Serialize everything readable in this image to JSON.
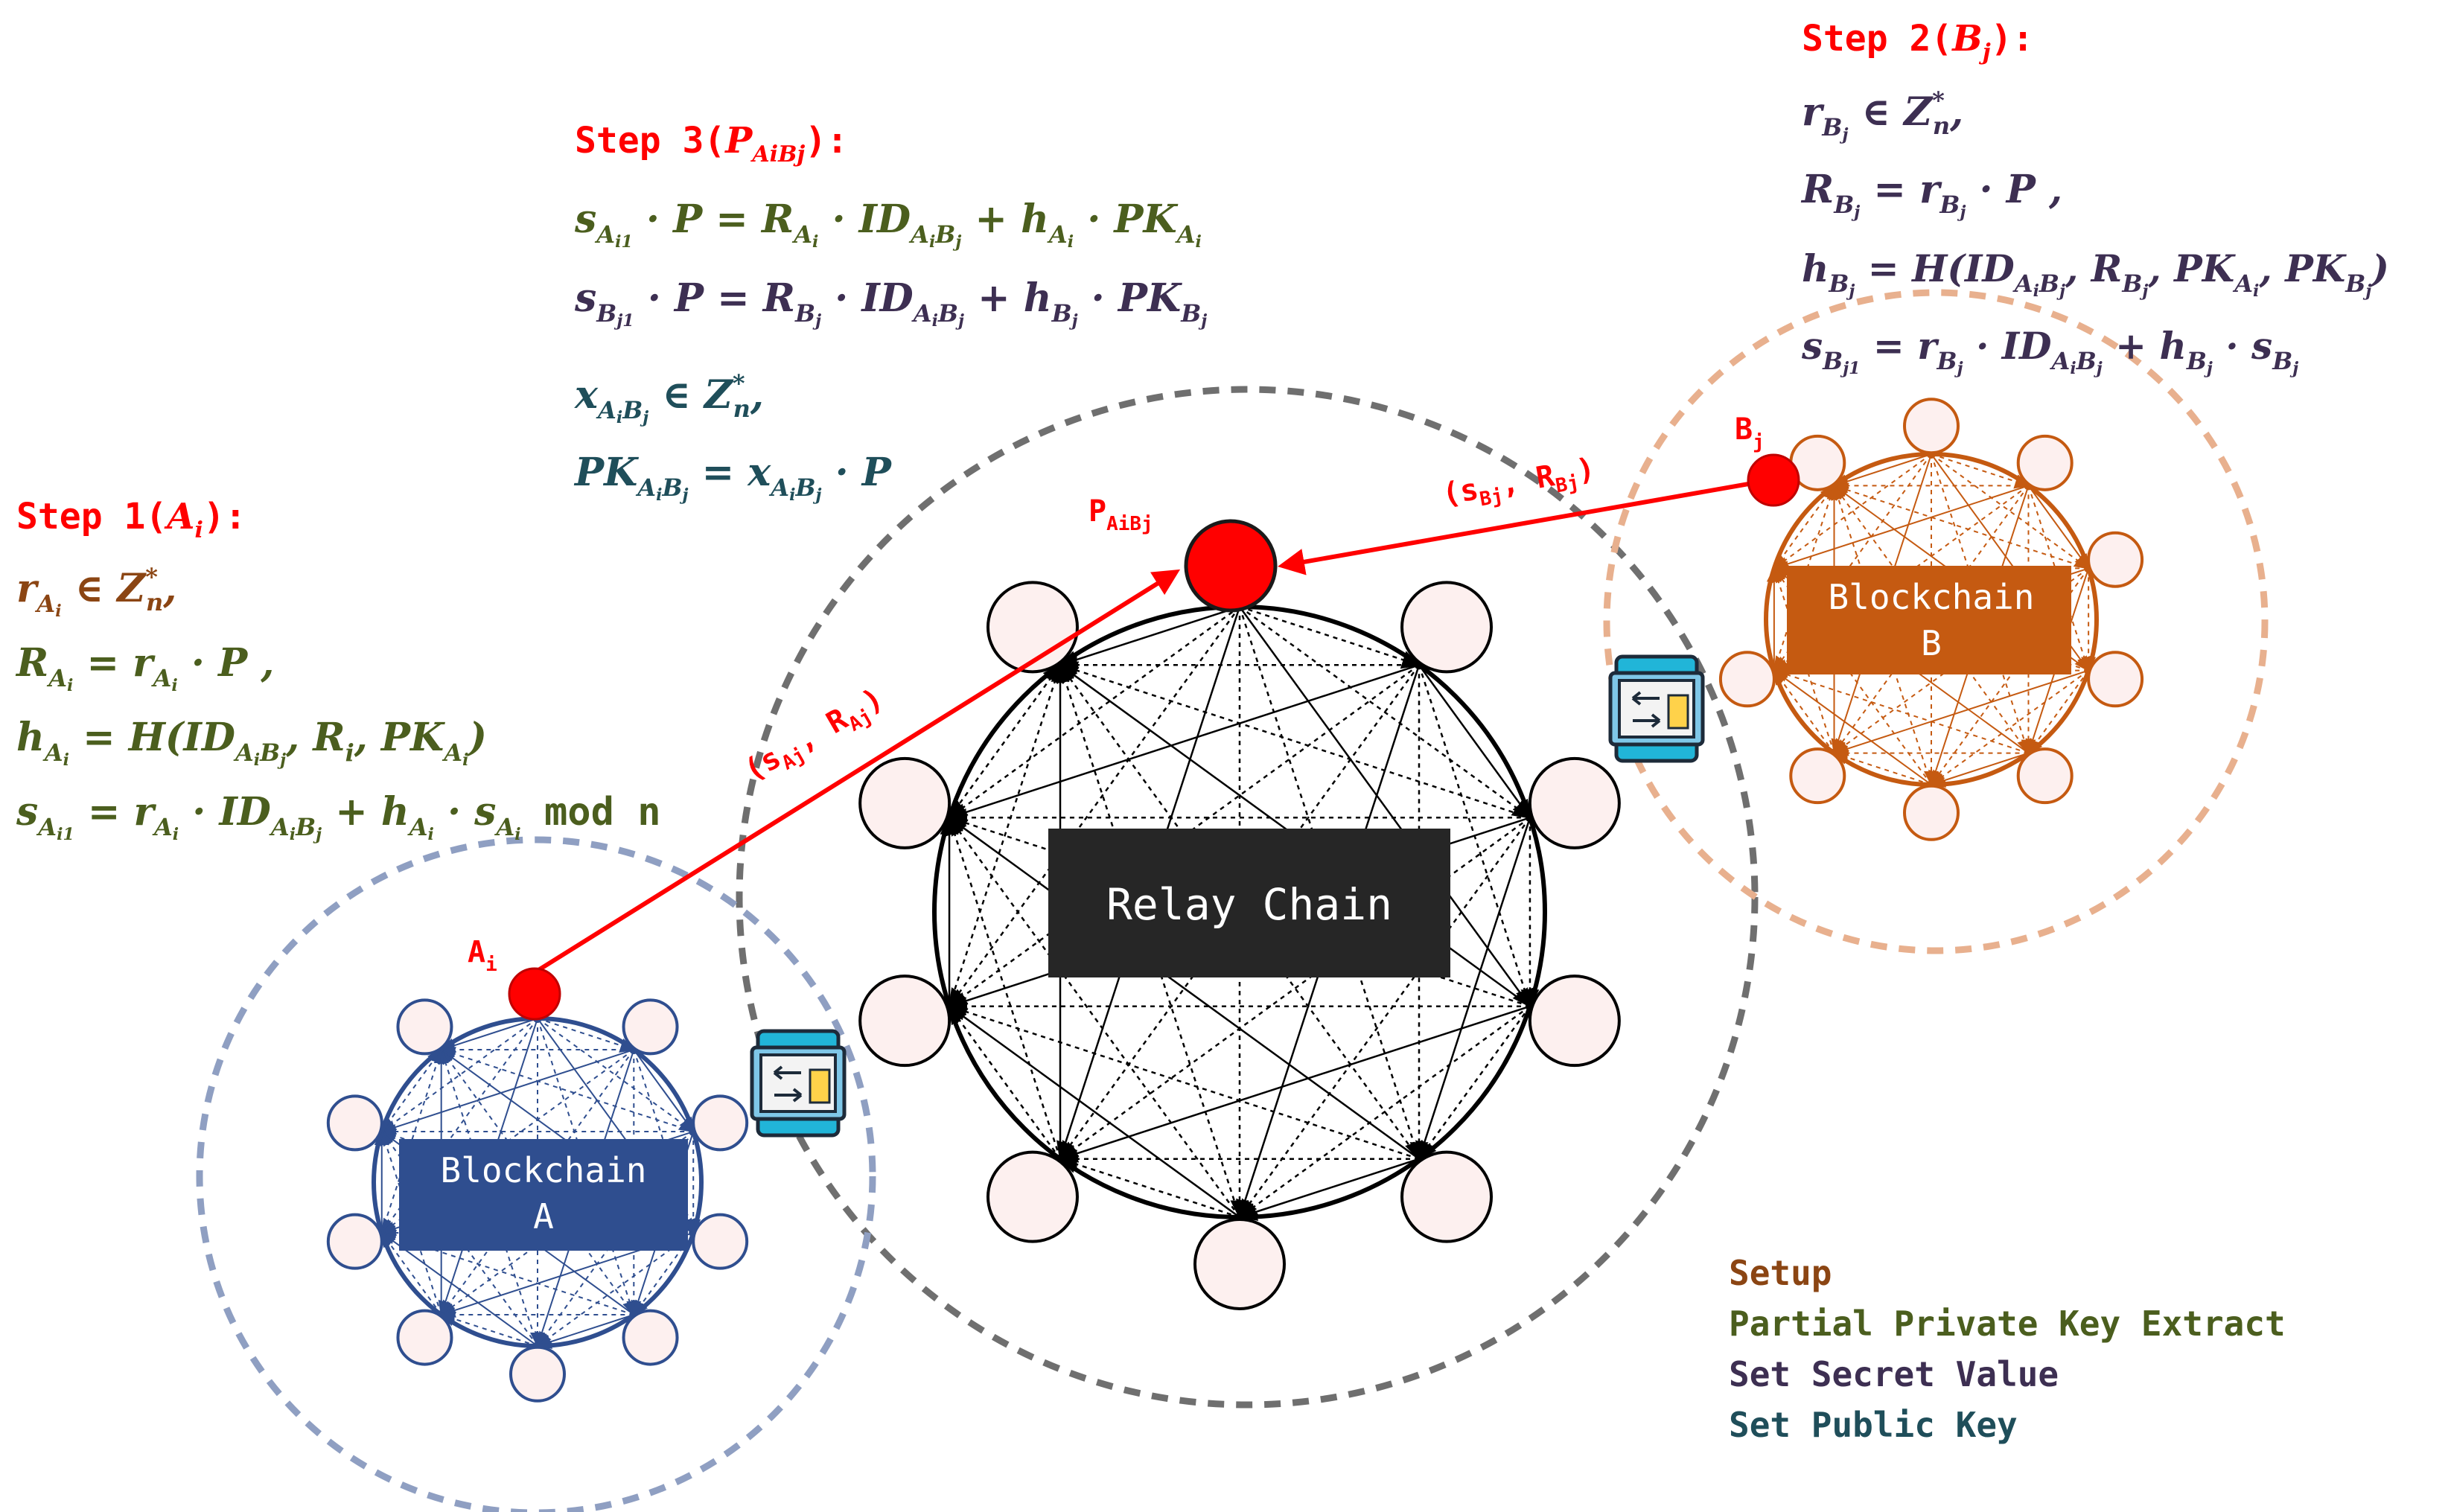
{
  "colors": {
    "red": "#ff0000",
    "setup": "#8b4513",
    "partial": "#4b5e1e",
    "secret": "#3d2f52",
    "public": "#1f4e5a",
    "blue": "#2f4e8f",
    "orange": "#c55a11",
    "dark": "#262626",
    "gray": "#707070",
    "node_fill": "#fdf0ef"
  },
  "relay": {
    "label": "Relay Chain"
  },
  "chain_a": {
    "label_1": "Blockchain",
    "label_2": "A"
  },
  "chain_b": {
    "label_1": "Blockchain",
    "label_2": "B"
  },
  "nodes": {
    "ai": "A",
    "ai_sub": "i",
    "bj": "B",
    "bj_sub": "j",
    "p": "P",
    "p_sub": "AiBj"
  },
  "edges": {
    "left_sub_s": "Aj",
    "left_sub_r": "Aj",
    "right_sub_s": "Bj",
    "right_sub_r": "Bj"
  },
  "step1": {
    "title": "Step 1(",
    "title_var": "A",
    "title_sub": "i",
    "title_end": "):"
  },
  "step2": {
    "title": "Step 2(",
    "title_var": "B",
    "title_sub": "j",
    "title_end": "):"
  },
  "step3": {
    "title": "Step 3(",
    "title_var": "P",
    "title_sub": "AiBj",
    "title_end": "):"
  },
  "legend": {
    "setup": "Setup",
    "partial": "Partial Private Key Extract",
    "secret": "Set Secret Value",
    "public": "Set Public Key"
  }
}
